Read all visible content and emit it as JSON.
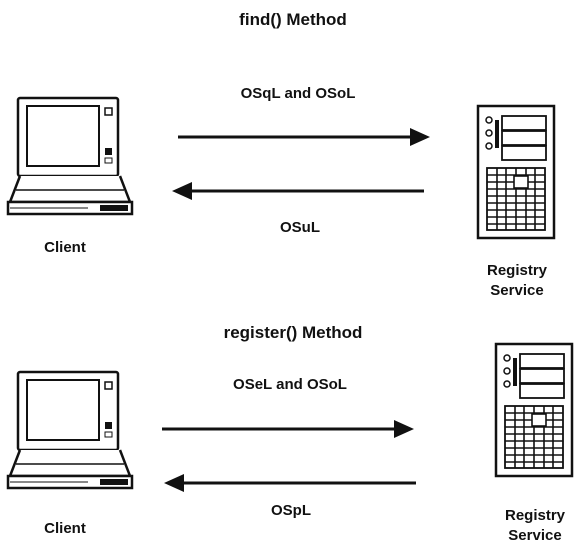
{
  "sections": [
    {
      "title": "find() Method",
      "client_label": "Client",
      "service_label_line1": "Registry",
      "service_label_line2": "Service",
      "request_label": "OSqL and OSoL",
      "response_label": "OSuL"
    },
    {
      "title": "register() Method",
      "client_label": "Client",
      "service_label_line1": "Registry",
      "service_label_line2": "Service",
      "request_label": "OSeL and OSoL",
      "response_label": "OSpL"
    }
  ],
  "icons": {
    "client": "laptop-icon",
    "service": "server-tower-icon"
  },
  "colors": {
    "line": "#111111",
    "background": "#ffffff"
  }
}
